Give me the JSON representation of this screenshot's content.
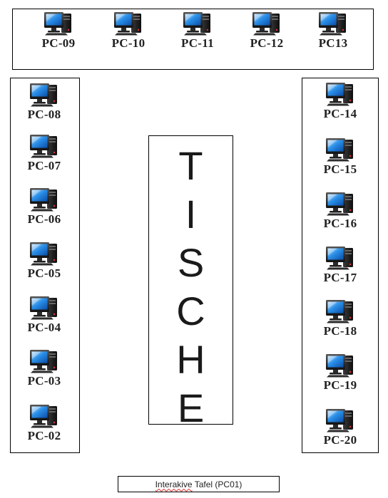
{
  "top_row": [
    "PC-09",
    "PC-10",
    "PC-11",
    "PC-12",
    "PC13"
  ],
  "left_column": [
    "PC-08",
    "PC-07",
    "PC-06",
    "PC-05",
    "PC-04",
    "PC-03",
    "PC-02"
  ],
  "right_column": [
    "PC-14",
    "PC-15",
    "PC-16",
    "PC-17",
    "PC-18",
    "PC-19",
    "PC-20"
  ],
  "tables": {
    "letters": [
      "T",
      "I",
      "S",
      "C",
      "H",
      "E"
    ]
  },
  "board": {
    "word": "Interakive",
    "rest": " Tafel (PC01)"
  },
  "icon": {
    "name": "desktop-computer-icon",
    "screen_color": "#1e88e5",
    "case_color": "#1c1c1c"
  }
}
